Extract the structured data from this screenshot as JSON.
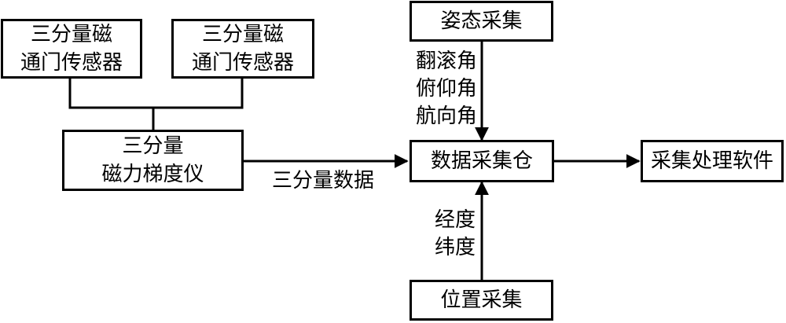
{
  "nodes": {
    "sensor_left": {
      "line1": "三分量磁",
      "line2": "通门传感器"
    },
    "sensor_right": {
      "line1": "三分量磁",
      "line2": "通门传感器"
    },
    "gradiometer": {
      "line1": "三分量",
      "line2": "磁力梯度仪"
    },
    "attitude": "姿态采集",
    "daq": "数据采集仓",
    "position": "位置采集",
    "software": "采集处理软件"
  },
  "edge_labels": {
    "three_component_data": "三分量数据",
    "attitude_angles": [
      "翻滚角",
      "俯仰角",
      "航向角"
    ],
    "position_values": [
      "经度",
      "纬度"
    ]
  }
}
